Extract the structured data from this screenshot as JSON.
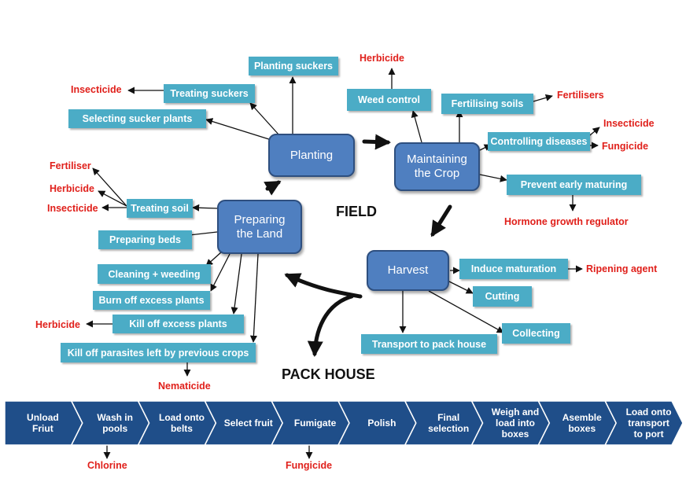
{
  "stages": {
    "planting": "Planting",
    "maintaining": "Maintaining the Crop",
    "preparing": "Preparing the Land",
    "harvest": "Harvest"
  },
  "zones": {
    "field": "FIELD",
    "pack_house": "PACK HOUSE"
  },
  "tasks": {
    "planting_suckers": "Planting suckers",
    "treating_suckers": "Treating suckers",
    "selecting_sucker_plants": "Selecting sucker plants",
    "weed_control": "Weed control",
    "fertilising_soils": "Fertilising soils",
    "controlling_diseases": "Controlling diseases",
    "prevent_early_maturing": "Prevent early maturing",
    "treating_soil": "Treating soil",
    "preparing_beds": "Preparing beds",
    "cleaning_weeding": "Cleaning + weeding",
    "burn_off": "Burn off excess plants",
    "kill_off_excess": "Kill off excess plants",
    "kill_off_parasites": "Kill off parasites left by previous crops",
    "induce_maturation": "Induce maturation",
    "cutting": "Cutting",
    "collecting": "Collecting",
    "transport_pack_house": "Transport to pack house"
  },
  "chemicals": {
    "insecticide_suckers": "Insecticide",
    "herbicide_weed": "Herbicide",
    "fertilisers": "Fertilisers",
    "insecticide_disease": "Insecticide",
    "fungicide_disease": "Fungicide",
    "hormone": "Hormone growth regulator",
    "fertiliser_soil": "Fertiliser",
    "herbicide_soil": "Herbicide",
    "insecticide_soil": "Insecticide",
    "herbicide_kill": "Herbicide",
    "nematicide": "Nematicide",
    "ripening_agent": "Ripening agent",
    "chlorine": "Chlorine",
    "fungicide_fumigate": "Fungicide"
  },
  "pack_steps": [
    "Unload Friut",
    "Wash in pools",
    "Load onto belts",
    "Select fruit",
    "Fumigate",
    "Polish",
    "Final selection",
    "Weigh and load into boxes",
    "Asemble boxes",
    "Load onto transport to port"
  ],
  "colors": {
    "stage_fill": "#4f7fc0",
    "task_fill": "#4bacc6",
    "chemical_text": "#e0201b",
    "pack_step_fill": "#1f4e89"
  }
}
